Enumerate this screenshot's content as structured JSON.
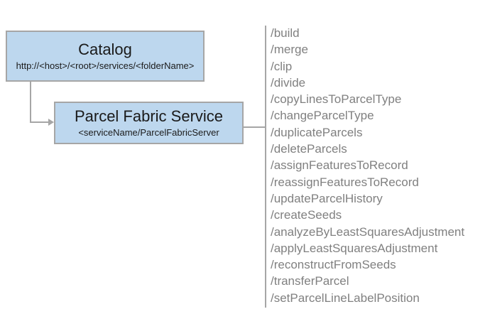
{
  "catalog_box": {
    "title": "Catalog",
    "subtitle": "http://<host>/<root>/services/<folderName>"
  },
  "service_box": {
    "title": "Parcel Fabric Service",
    "subtitle": "<serviceName/ParcelFabricServer"
  },
  "endpoints": [
    "/build",
    "/merge",
    "/clip",
    "/divide",
    "/copyLinesToParcelType",
    "/changeParcelType",
    "/duplicateParcels",
    "/deleteParcels",
    "/assignFeaturesToRecord",
    "/reassignFeaturesToRecord",
    "/updateParcelHistory",
    "/createSeeds",
    "/analyzeByLeastSquaresAdjustment",
    "/applyLeastSquaresAdjustment",
    "/reconstructFromSeeds",
    "/transferParcel",
    "/setParcelLineLabelPosition"
  ],
  "colors": {
    "background": "#FFFFFF",
    "box_fill": "#BDD7EE",
    "box_border": "#A6A6A6",
    "connector": "#A6A6A6",
    "box_text": "#1A1A1A",
    "endpoint_text": "#808080"
  }
}
